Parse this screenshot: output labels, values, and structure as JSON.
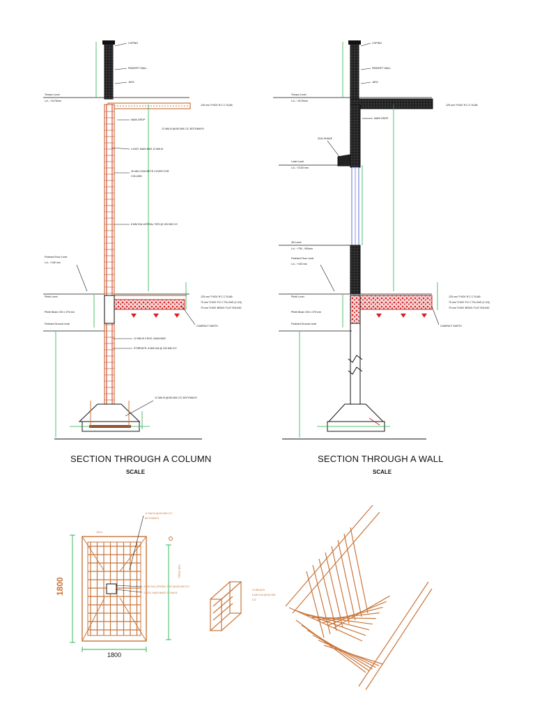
{
  "column_section": {
    "title": "SECTION THROUGH A COLUMN",
    "scale": "SCALE",
    "labels": {
      "coping": "COPING",
      "parapet": "PARAPET WALL",
      "jafri": "JAFA",
      "terrace": "Terrace Level",
      "terrace_lvl": "Lvl.- +3175mm",
      "slab": "125 mm THICK R.C.C SLAB",
      "main_drop": "MAIN DROP",
      "stirrup_top": "12 MM Ø @150 MM C/C BOTHWAYS",
      "main_bar": "4 NOS. MAIN BAR 12 MM Ø",
      "cover": "40 MM CONCRETE COVER FOR",
      "cover2": "COLUMN",
      "lateral": "8 MM DIA LATERAL TIES @ 150 MM C/C",
      "ffl": "Finished Floor Level",
      "ffl_lvl": "Lvl.- +150 mm",
      "plinth": "Plinth Level",
      "plinth_beam": "Plinth Beam 230 x 375 mm",
      "fgl": "Finished Ground Level",
      "slab2": "125 mm THICK R.C.C SLAB",
      "pcc": "75 mm THICK P.C.C FILLING (1:3:6)",
      "brick": "75 mm THICK BRICK FLAT SOLING",
      "earth": "COMPACT EARTH",
      "main_bar2": "12 MM Ø 4 NOS. MAIN BAR",
      "stirrups": "STIRRUPS- 8 MM DIA @ 150 MM C/C",
      "footing": "12 MM Ø @150 MM C/C BOTHWAYS"
    }
  },
  "wall_section": {
    "title": "SECTION THROUGH A WALL",
    "scale": "SCALE",
    "labels": {
      "coping": "COPING",
      "parapet": "PARAPET WALL",
      "jafri": "JAFA",
      "terrace": "Terrace Level",
      "terrace_lvl": "Lvl.- +3175mm",
      "slab": "125 mm THICK R.C.C SLAB",
      "main_drop": "MAIN DROP",
      "sunshade": "SUN SHADE",
      "lintel": "Lintel Level",
      "lintel_lvl": "Lvl.- +2100 mm",
      "sill": "Sill Level",
      "sill_lvl": "Lvl.- +750 - 900mm",
      "ffl": "Finished Floor Level",
      "ffl_lvl": "Lvl.- +150 mm",
      "plinth": "Plinth Level",
      "plinth_beam": "Plinth Beam 230 x 375 mm",
      "fgl": "Finished Ground Level",
      "slab2": "125 mm THICK R.C.C SLAB",
      "pcc": "75 mm THICK P.C.C FILLING (1:3:6)",
      "brick": "75 mm THICK BRICK FLAT SOLING",
      "earth": "COMPACT EARTH"
    }
  },
  "footing_plan": {
    "dim_h": "1800",
    "dim_v": "1800",
    "bars": "12 MM Ø @150 MM C/C",
    "bars2": "BOTHWAYS",
    "tor": "TOR STEEL",
    "lateral": "8 MM DIA LATERAL TIES @150 MM C/C",
    "main": "4 NOS. MAIN BARS 12 MM Ø",
    "small": "150.0"
  },
  "stirrup_detail": {
    "l1": "STIRRUPS",
    "l2": "8 MM DIA @150 MM",
    "l3": "C/C"
  },
  "colors": {
    "ink": "#111111",
    "rebar": "#c8753a",
    "dim": "#22b14c",
    "fill": "#d42020"
  }
}
